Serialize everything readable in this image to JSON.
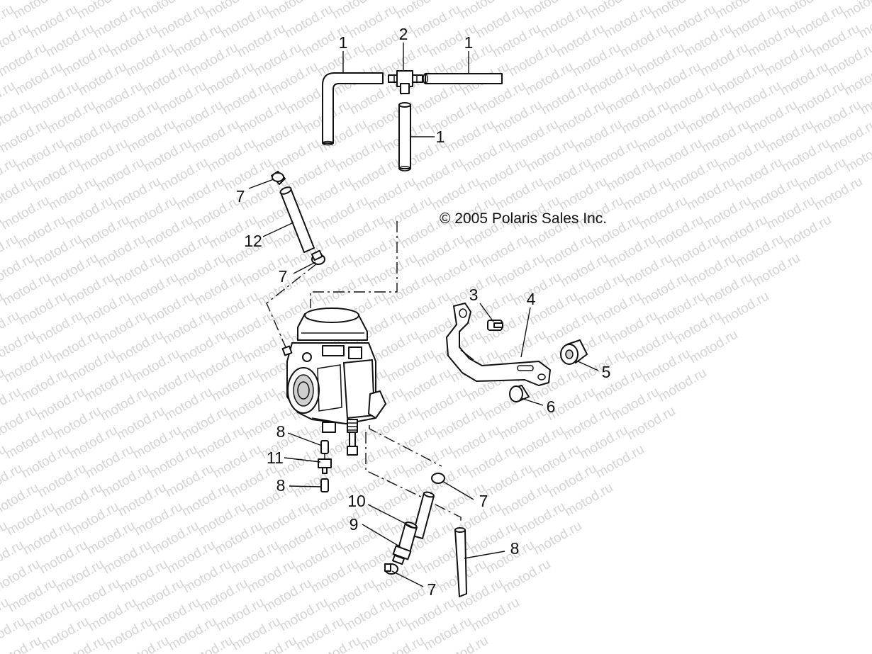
{
  "copyright": "© 2005 Polaris Sales Inc.",
  "watermark": "motod.ru",
  "callouts": {
    "c1a": "1",
    "c2": "2",
    "c1b": "1",
    "c1c": "1",
    "c7a": "7",
    "c12": "12",
    "c7b": "7",
    "c3": "3",
    "c4": "4",
    "c5": "5",
    "c6": "6",
    "c8a": "8",
    "c11": "11",
    "c8b": "8",
    "c10": "10",
    "c7c": "7",
    "c9": "9",
    "c8c": "8",
    "c7d": "7"
  }
}
